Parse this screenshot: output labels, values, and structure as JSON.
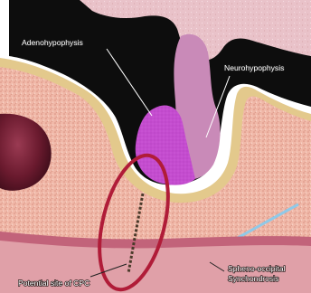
{
  "labels": {
    "adenohypophysis": "Adenohypophysis",
    "neurohypophysis": "Neurohypophysis",
    "potential_site": "Potential site of CPC",
    "synchondrosis_line1": "Spheno-occipital",
    "synchondrosis_line2": "Synchondrosis"
  },
  "colors": {
    "brain": "#e9c2c9",
    "cavity": "#0d0d0d",
    "bone_fill": "#f0b8a8",
    "bone_rim": "#e3c98c",
    "adenohypophysis": "#c44ccf",
    "neurohypophysis": "#c98ab8",
    "sinus": "#7d1e35",
    "outline_ellipse": "#b01c38",
    "synchondrosis": "#8fc9e8",
    "mucosa": "#c2637a"
  }
}
